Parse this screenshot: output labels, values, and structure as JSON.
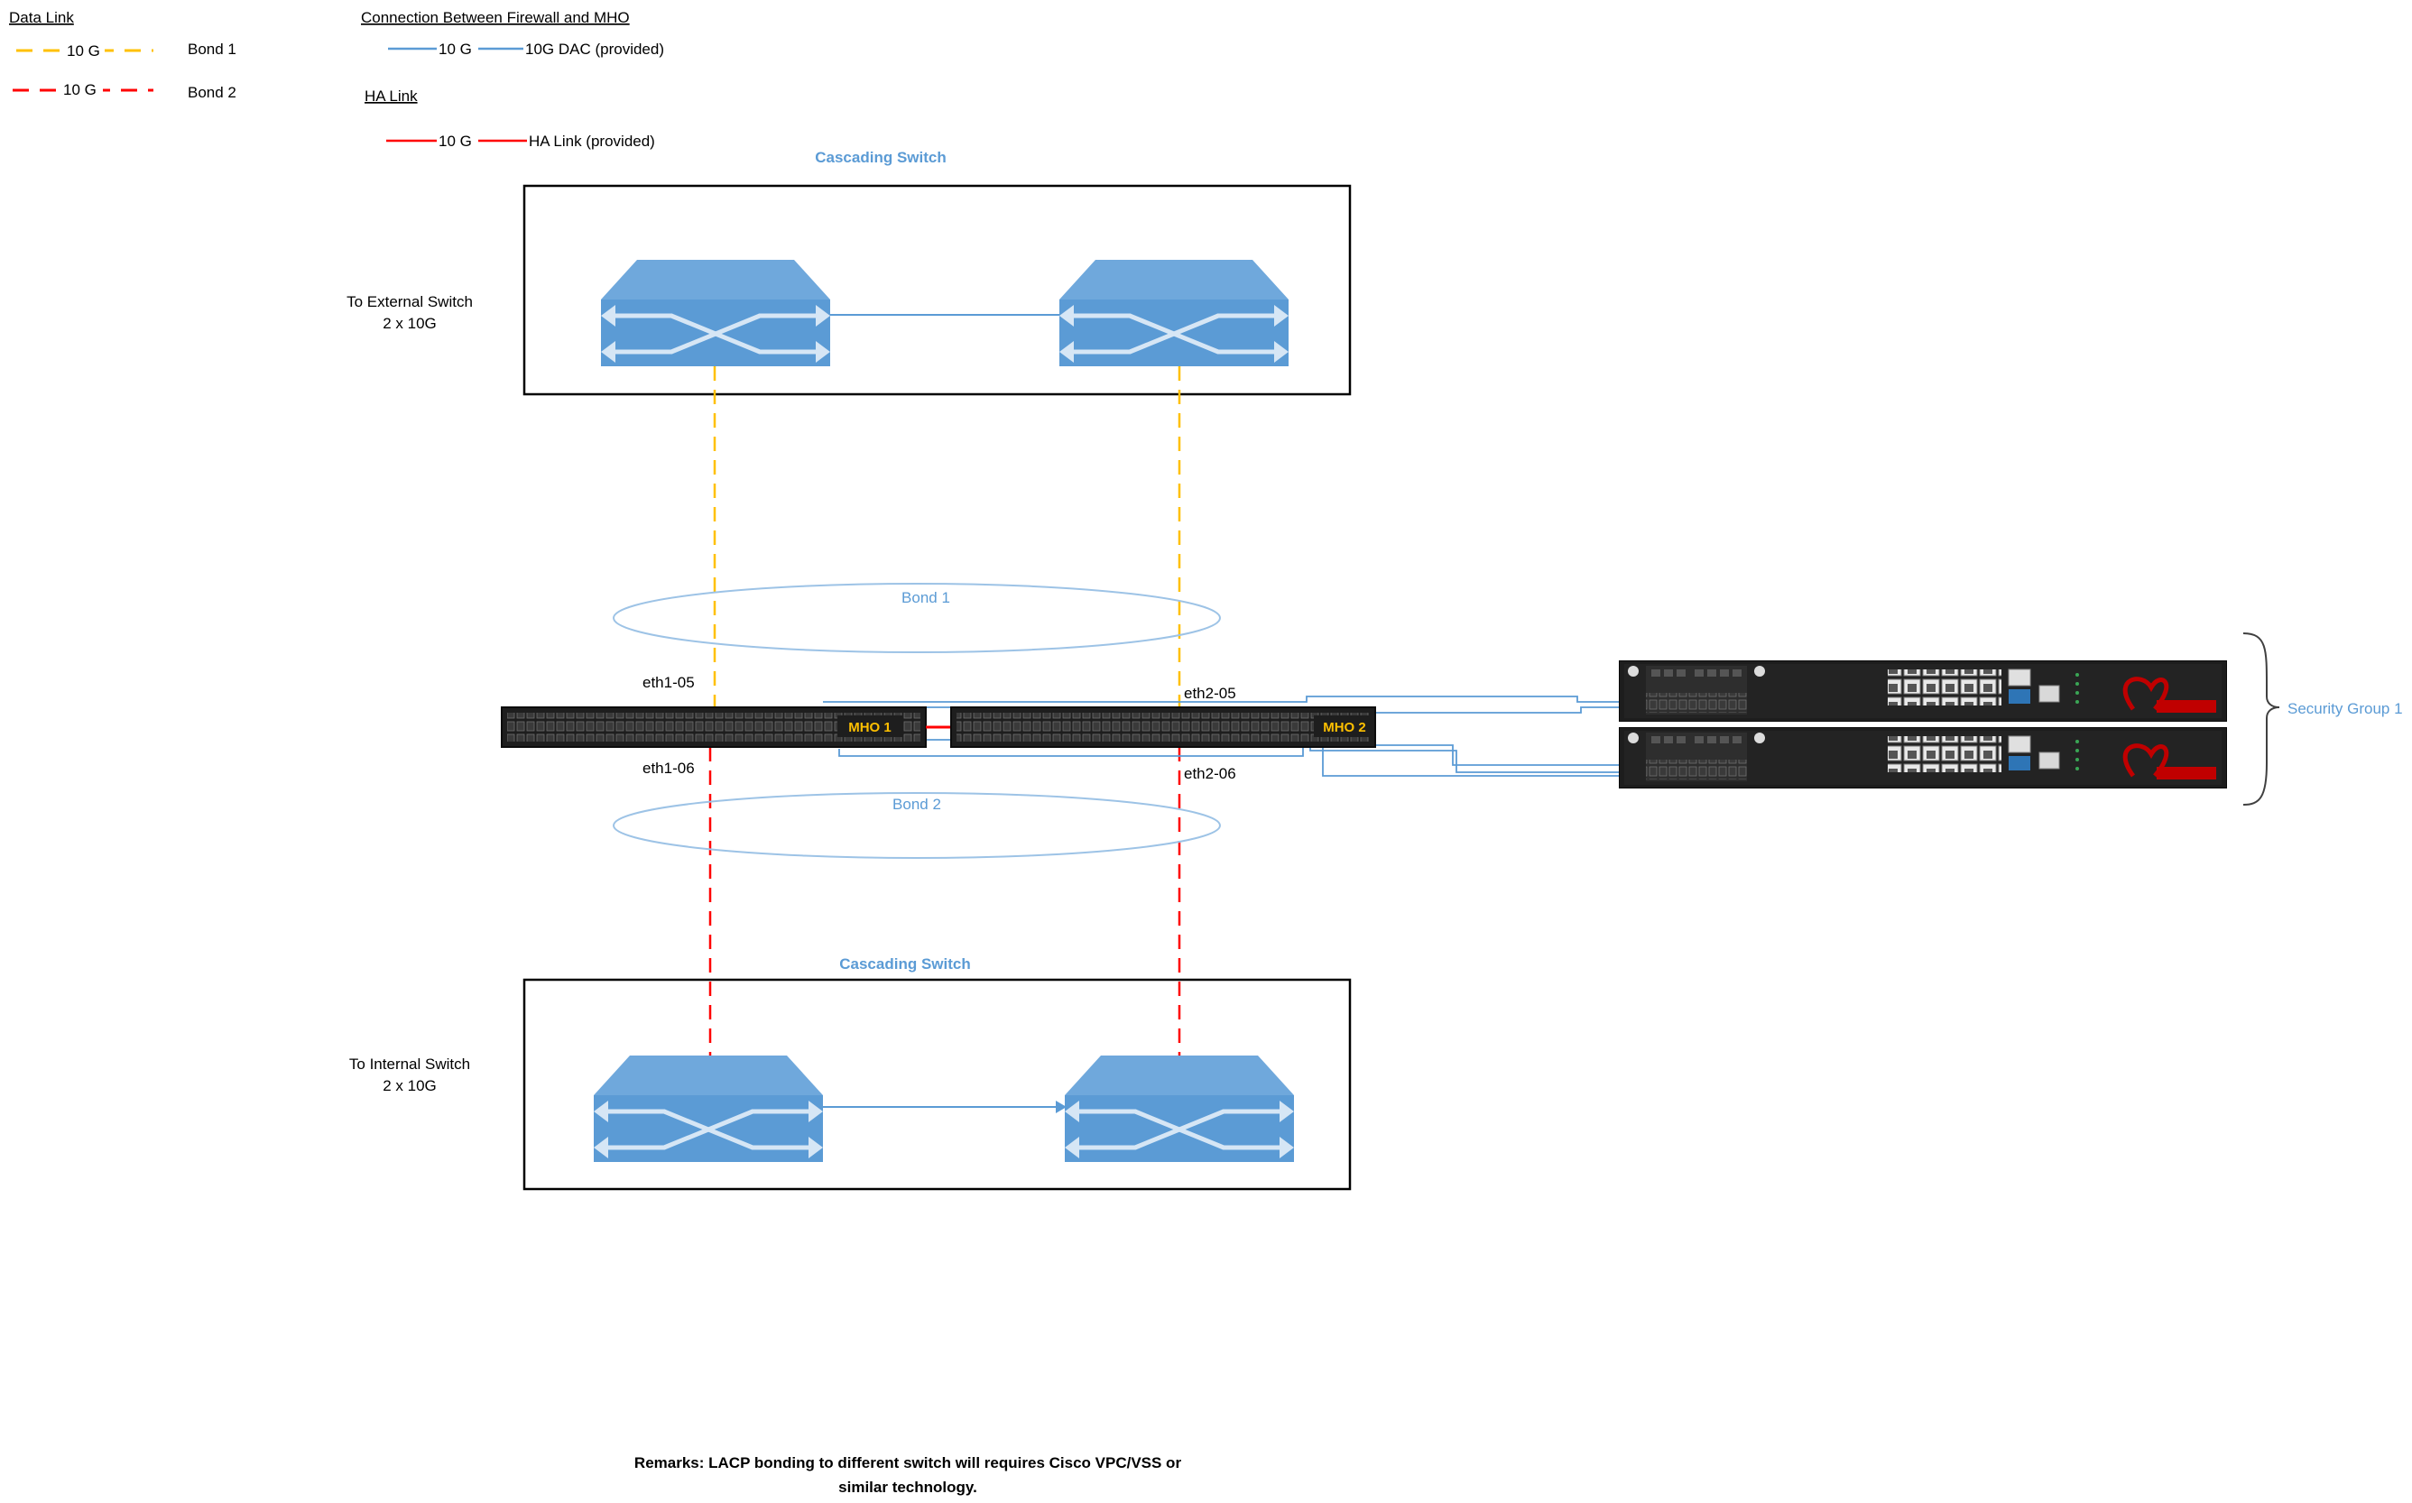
{
  "legend": {
    "data_link": {
      "title": "Data Link",
      "bond1_speed": "10 G",
      "bond1_label": "Bond 1",
      "bond2_speed": "10 G",
      "bond2_label": "Bond 2"
    },
    "connection": {
      "title": "Connection Between Firewall and MHO",
      "speed": "10 G",
      "label": "10G DAC (provided)"
    },
    "ha_link": {
      "title": "HA Link",
      "speed": "10 G",
      "label": "HA Link (provided)"
    }
  },
  "top_group": {
    "title": "Cascading Switch",
    "side_label_line1": "To External Switch",
    "side_label_line2": "2 x 10G"
  },
  "bottom_group": {
    "title": "Cascading Switch",
    "side_label_line1": "To Internal Switch",
    "side_label_line2": "2 x 10G"
  },
  "bonds": {
    "bond1": "Bond 1",
    "bond2": "Bond 2"
  },
  "ports": {
    "eth1_05": "eth1-05",
    "eth1_06": "eth1-06",
    "eth2_05": "eth2-05",
    "eth2_06": "eth2-06"
  },
  "mho": {
    "mho1": "MHO 1",
    "mho2": "MHO 2"
  },
  "security_group": {
    "label": "Security Group 1",
    "brand": "Check Point"
  },
  "remarks": {
    "line1": "Remarks: LACP bonding to different switch will requires Cisco VPC/VSS or",
    "line2": "similar technology."
  },
  "colors": {
    "bond1": "#ffc000",
    "bond2": "#ff0000",
    "dac": "#5b9bd5",
    "ha": "#ff0000",
    "switch_fill": "#5b9bd5",
    "label_blue": "#5b9bd5"
  },
  "icons": [
    "network-switch-icon",
    "mho-chassis-icon",
    "firewall-appliance-icon",
    "check-point-logo"
  ]
}
